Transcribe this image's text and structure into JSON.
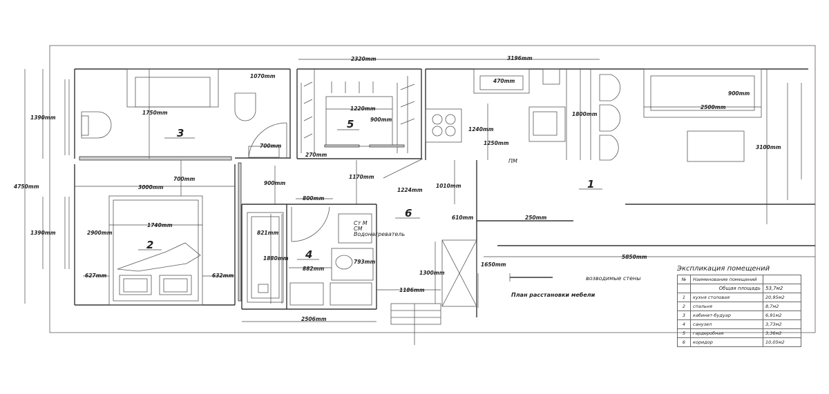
{
  "rooms": [
    "1",
    "2",
    "3",
    "4",
    "5",
    "6"
  ],
  "dimensions": {
    "d4750": "4750mm",
    "d1390a": "1390mm",
    "d1390b": "1390mm",
    "d1750": "1750mm",
    "d1070": "1070mm",
    "d700a": "700mm",
    "d700b": "700mm",
    "d3000": "3000mm",
    "d900a": "900mm",
    "d2900": "2900mm",
    "d1740": "1740mm",
    "d627": "627mm",
    "d632": "632mm",
    "d2320": "2320mm",
    "d1220": "1220mm",
    "d900b": "900mm",
    "d270": "270mm",
    "d1170": "1170mm",
    "d800": "800mm",
    "d821": "821mm",
    "d1880": "1880mm",
    "d882": "882mm",
    "d793": "793mm",
    "d2506": "2506mm",
    "d1186": "1186mm",
    "d1224": "1224mm",
    "d3196": "3196mm",
    "d470": "470mm",
    "d1800": "1800mm",
    "d1240": "1240mm",
    "d1250": "1250mm",
    "d1010": "1010mm",
    "d610": "610mm",
    "d250": "250mm",
    "d1300": "1300mm",
    "d1650": "1650mm",
    "d900c": "900mm",
    "d2500": "2500mm",
    "d3100": "3100mm",
    "d5850": "5850mm"
  },
  "labels": {
    "appliances_1": "Ст М",
    "appliances_2": "СМ",
    "appliances_3": "Водонагреватель",
    "pm": "ПМ",
    "new_walls": "возводимые стены",
    "plan_title": "План расстановки мебели"
  },
  "legend": {
    "title": "Экспликация помещений",
    "header_num": "№",
    "header_name": "Наименование помещений",
    "total_label": "Общая площадь",
    "total_value": "53,7м2",
    "rows": [
      {
        "num": "1",
        "name": "кухня столовая",
        "area": "20,95м2"
      },
      {
        "num": "2",
        "name": "спальня",
        "area": "8,7м2"
      },
      {
        "num": "3",
        "name": "кабинет-будуар",
        "area": "6,91м2"
      },
      {
        "num": "4",
        "name": "санузел",
        "area": "3,73м2"
      },
      {
        "num": "5",
        "name": "гардеробная",
        "area": "3,36м2"
      },
      {
        "num": "6",
        "name": "коридор",
        "area": "10,05м2"
      }
    ]
  }
}
